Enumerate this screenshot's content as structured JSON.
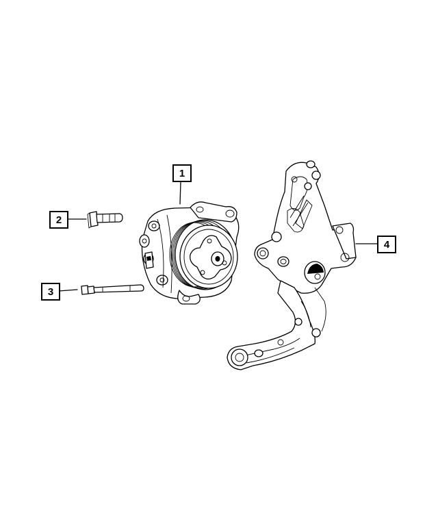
{
  "callouts": [
    {
      "id": "1",
      "label": "1",
      "part": "compressor"
    },
    {
      "id": "2",
      "label": "2",
      "part": "bolt"
    },
    {
      "id": "3",
      "label": "3",
      "part": "long-bolt"
    },
    {
      "id": "4",
      "label": "4",
      "part": "bracket"
    }
  ],
  "colors": {
    "line": "#000000",
    "background": "#ffffff"
  }
}
